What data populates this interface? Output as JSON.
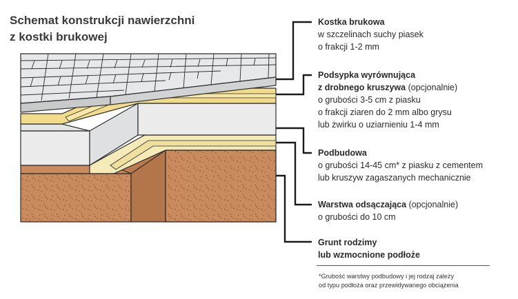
{
  "title": {
    "line1": "Schemat konstrukcji nawierzchni",
    "line2": "z kostki brukowej"
  },
  "layers": [
    {
      "heading": "Kostka brukowa",
      "heading_suffix": "",
      "lines": [
        "w szczelinach suchy piasek",
        "o frakcji 1-2 mm"
      ]
    },
    {
      "heading": "Podsypka wyrównująca",
      "heading2": "z drobnego kruszywa",
      "heading_suffix": "(opcjonalnie)",
      "lines": [
        "o grubości 3-5 cm z piasku",
        "o frakcji ziaren do 2 mm albo grysu",
        "lub żwirku o uziarnieniu 1-4 mm"
      ]
    },
    {
      "heading": "Podbudowa",
      "heading_suffix": "",
      "lines": [
        "o grubości 14-45 cm* z piasku z cementem",
        "lub kruszyw zagaszanych mechanicznie"
      ]
    },
    {
      "heading": "Warstwa odsączająca",
      "heading_suffix": "(opcjonalnie)",
      "lines": [
        "o grubości do 10 cm"
      ]
    },
    {
      "heading": "Grunt rodzimy",
      "heading2": "lub wzmocnione podłoże",
      "heading_suffix": "",
      "lines": []
    }
  ],
  "footnote": {
    "line1": "*Grubość warstwy podbudowy i jej rodzaj zależy",
    "line2": "od typu podłoża oraz przewidywanego obciążenia"
  },
  "colors": {
    "paver": "#e6e7e8",
    "paver_dark": "#bfc1c3",
    "sand_bed": "#f2dc8c",
    "base": "#e9e9ea",
    "drainage": "#f6eab8",
    "soil": "#c98b5e",
    "outline": "#2b2b2b",
    "leader": "#1a1a1a"
  }
}
